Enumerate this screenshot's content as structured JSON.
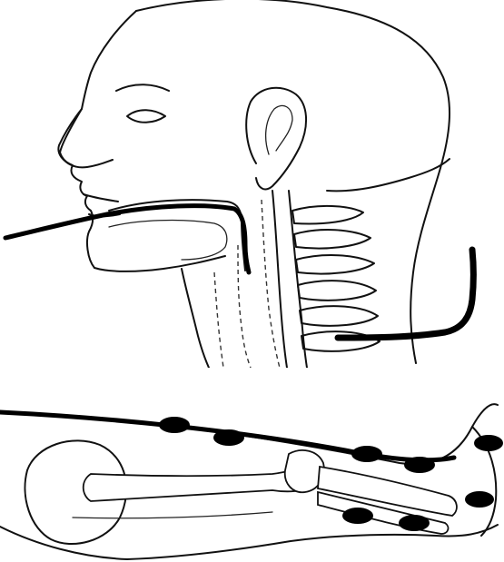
{
  "figure": {
    "panels": [
      {
        "id": "head-neck",
        "depicts": "head-neck-lateral-view"
      },
      {
        "id": "lower-limb",
        "depicts": "lower-limb-lateral-view"
      }
    ],
    "colors": {
      "ink": "#111111",
      "background": "#ffffff",
      "electrode": "#000000"
    },
    "icons": [
      "tube-probe",
      "needle-electrode",
      "surface-electrode"
    ]
  }
}
